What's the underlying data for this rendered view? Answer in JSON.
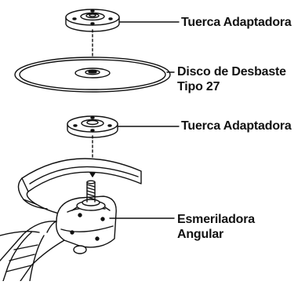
{
  "callouts": {
    "top_nut": "Tuerca Adaptadora",
    "disc_line1": "Disco de Desbaste",
    "disc_line2": "Tipo 27",
    "bottom_nut": "Tuerca Adaptadora",
    "grinder_line1": "Esmeriladora",
    "grinder_line2": "Angular"
  },
  "colors": {
    "line": "#111111",
    "fill": "#ffffff"
  }
}
